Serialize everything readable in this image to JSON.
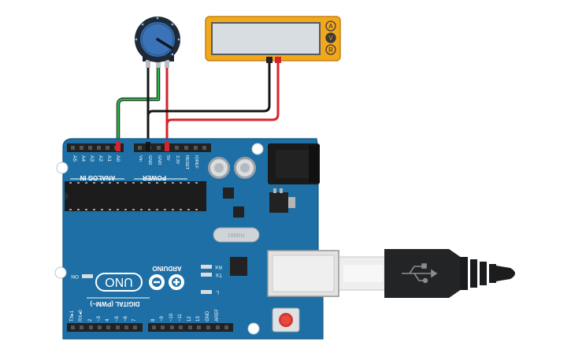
{
  "circuit": {
    "multimeter": {
      "reading": "",
      "mode_buttons": [
        "A",
        "V",
        "R"
      ]
    },
    "arduino": {
      "brand": "ARDUINO",
      "model": "UNO",
      "on_label": "ON",
      "tx_label": "TX",
      "rx_label": "RX",
      "l_label": "L",
      "analog_header": "ANALOG IN",
      "power_header": "POWER",
      "digital_header": "DIGITAL (PWM~)",
      "analog_pins": [
        "A5",
        "A4",
        "A3",
        "A2",
        "A1",
        "A0"
      ],
      "power_pins": [
        "Vin",
        "GND",
        "GND",
        "5V",
        "3.3V",
        "RESET",
        "IOREF"
      ],
      "digital_pins": [
        "TX▸1",
        "RX◂0",
        "2",
        "~3",
        "4",
        "~5",
        "~6",
        "7",
        "8",
        "~9",
        "~10",
        "~11",
        "12",
        "13",
        "GND",
        "AREF"
      ],
      "crystal_label": "16MHz"
    }
  }
}
